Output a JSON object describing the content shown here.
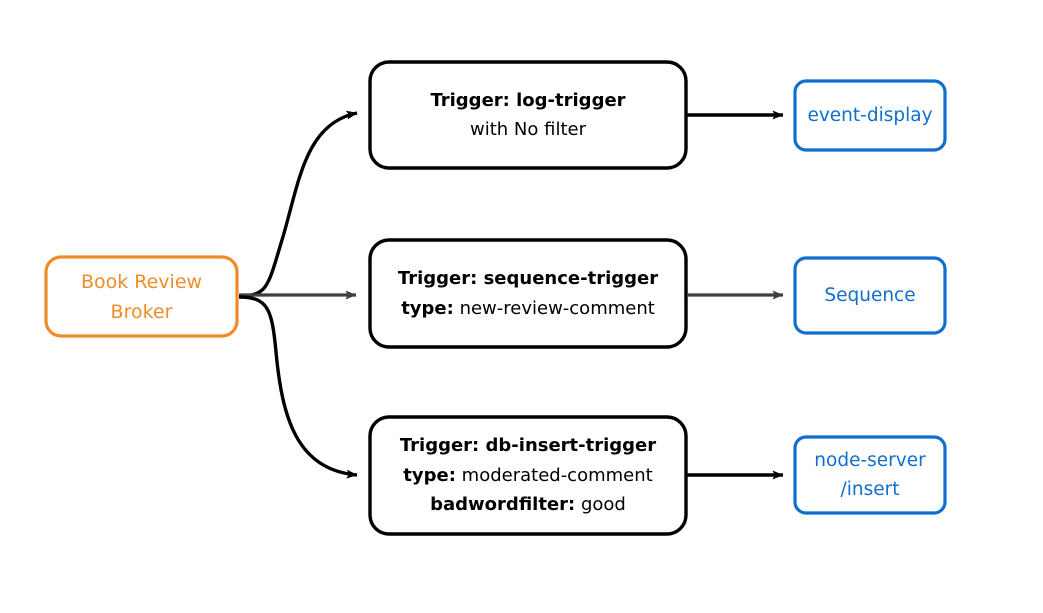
{
  "diagram": {
    "type": "flow-diagram",
    "background": "#ffffff",
    "colors": {
      "broker_stroke": "#F08C28",
      "broker_text": "#F08C28",
      "trigger_stroke": "#000000",
      "trigger_text": "#000000",
      "target_stroke": "#0F6FCE",
      "target_text": "#0F6FCE",
      "arrow_black": "#000000",
      "arrow_gray": "#3F3F3F"
    },
    "source": {
      "name": "book-review-broker",
      "line1": "Book Review",
      "line2": "Broker"
    },
    "rows": [
      {
        "id": "log",
        "trigger": {
          "name": "log-trigger",
          "line1_key": "Trigger:",
          "line1_value": "log-trigger",
          "line2_key": "",
          "line2_value": "with No filter",
          "line3_key": "",
          "line3_value": ""
        },
        "target": {
          "name": "event-display",
          "line1": "event-display",
          "line2": ""
        },
        "connector_color": "#000000"
      },
      {
        "id": "sequence",
        "trigger": {
          "name": "sequence-trigger",
          "line1_key": "Trigger:",
          "line1_value": "sequence-trigger",
          "line2_key": "type:",
          "line2_value": "new-review-comment",
          "line3_key": "",
          "line3_value": ""
        },
        "target": {
          "name": "sequence",
          "line1": "Sequence",
          "line2": ""
        },
        "connector_color": "#3F3F3F"
      },
      {
        "id": "db-insert",
        "trigger": {
          "name": "db-insert-trigger",
          "line1_key": "Trigger:",
          "line1_value": "db-insert-trigger",
          "line2_key": "type:",
          "line2_value": "moderated-comment",
          "line3_key": "badwordfilter:",
          "line3_value": "good"
        },
        "target": {
          "name": "node-server-insert",
          "line1": "node-server",
          "line2": "/insert"
        },
        "connector_color": "#000000"
      }
    ]
  }
}
